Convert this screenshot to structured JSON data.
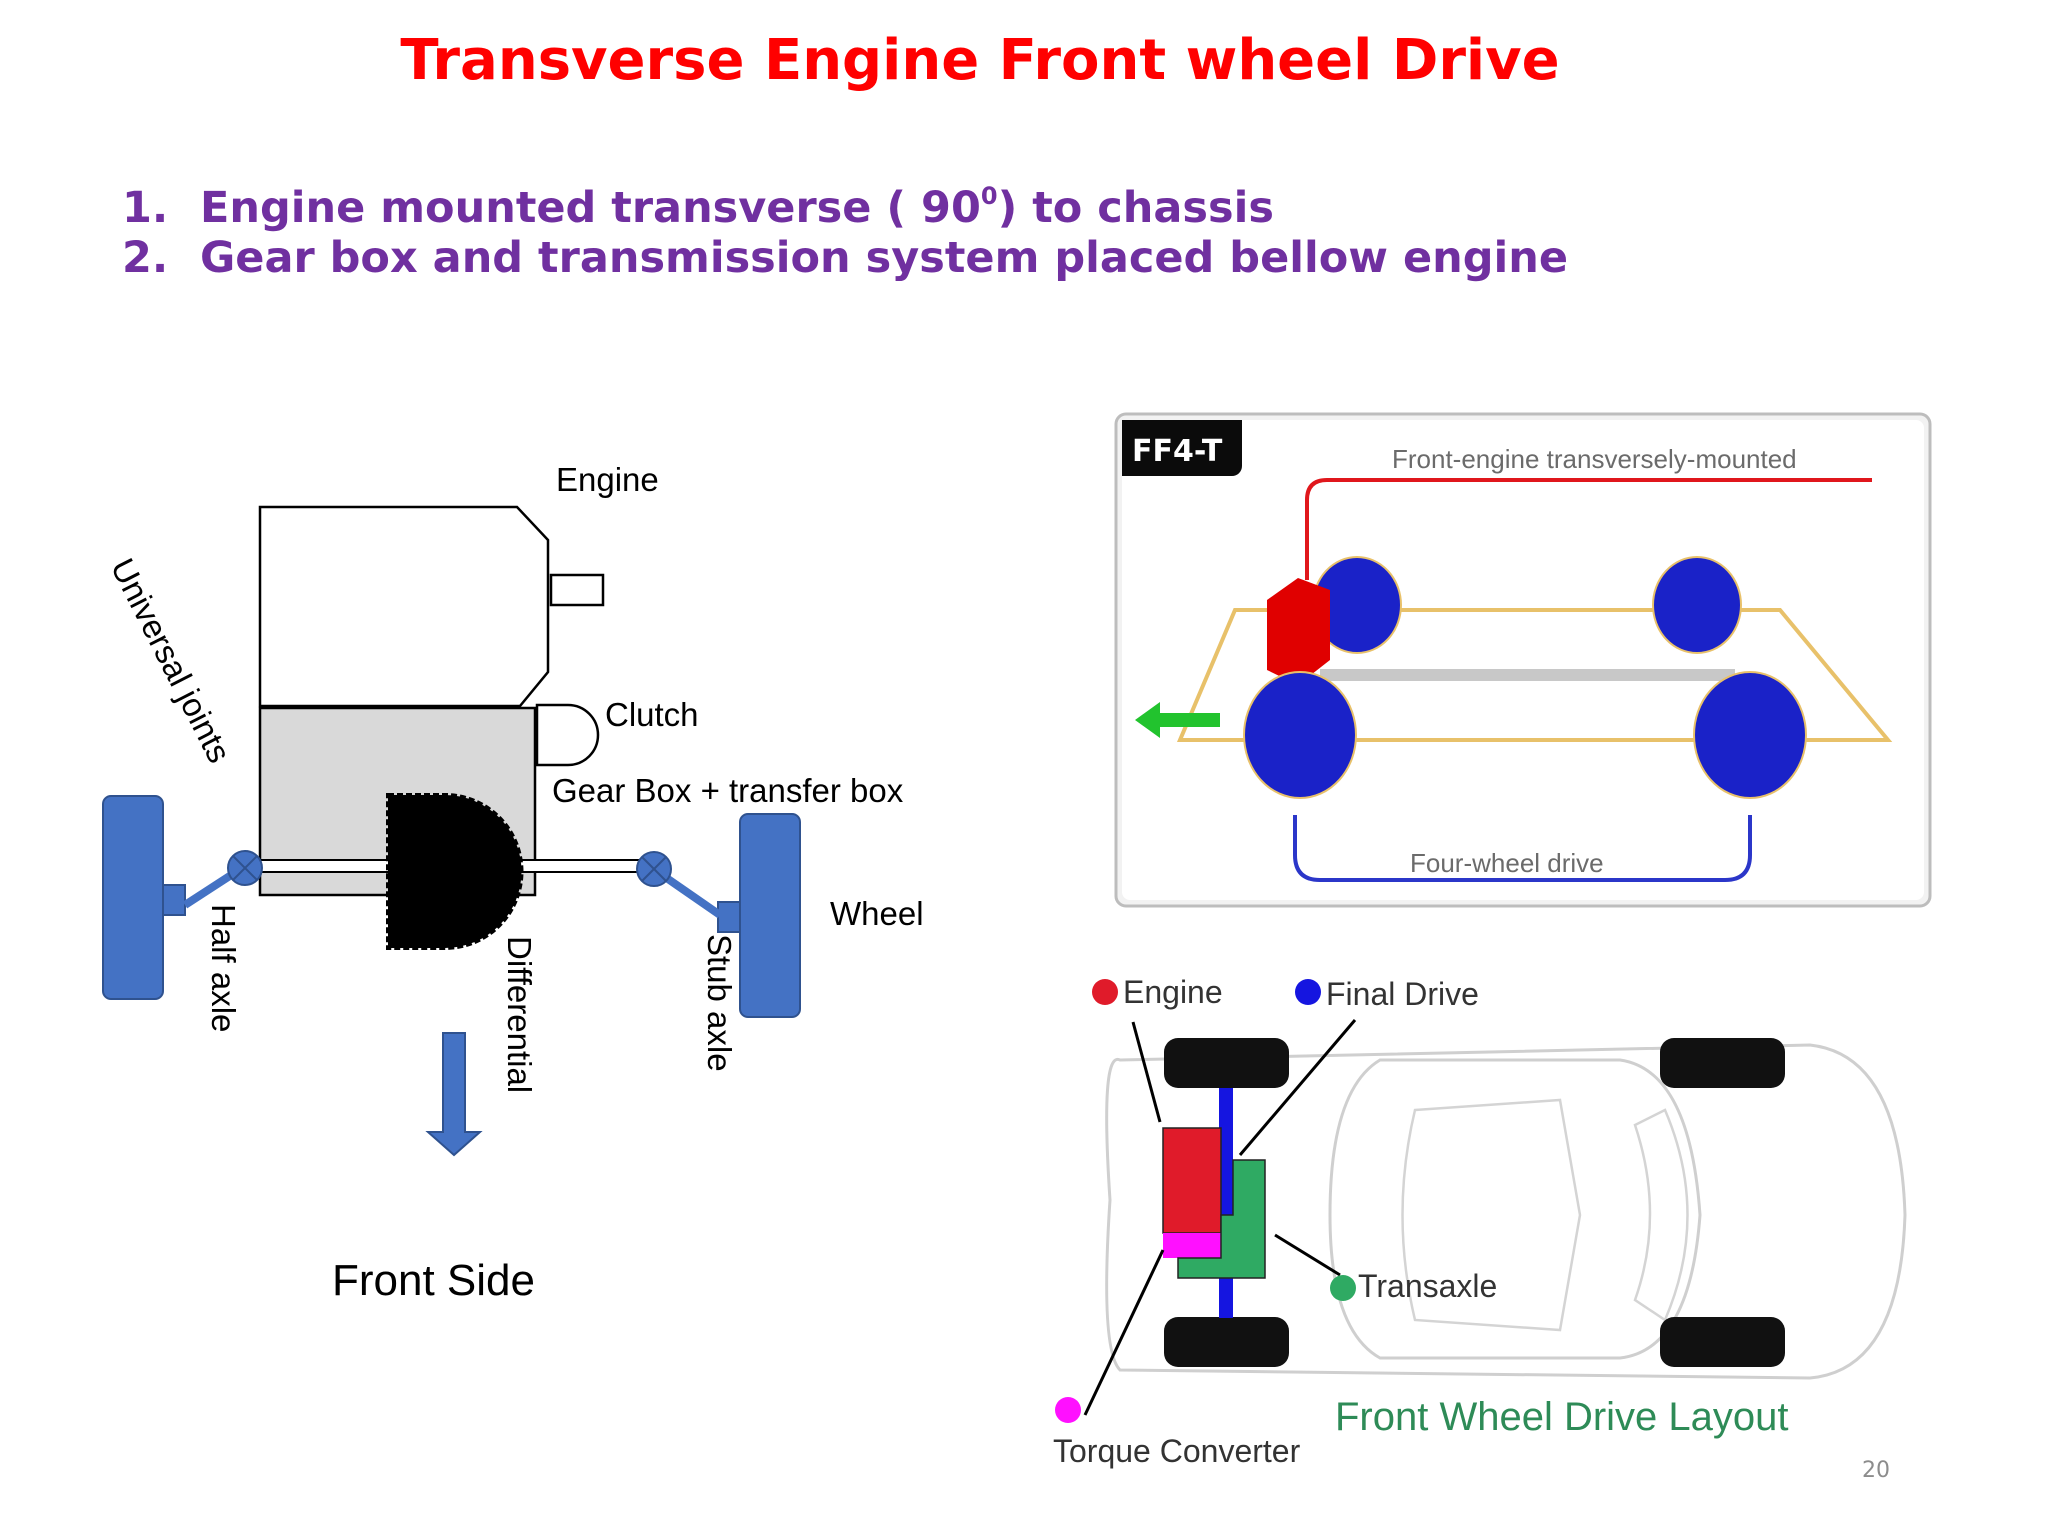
{
  "title": "Transverse Engine Front wheel Drive",
  "bullets": [
    {
      "num": "1.",
      "pre": "Engine mounted transverse ( 90",
      "sup": "0",
      "post": ") to chassis"
    },
    {
      "num": "2.",
      "pre": "Gear box and transmission system placed bellow engine",
      "sup": "",
      "post": ""
    }
  ],
  "page_number": "20",
  "left_diagram": {
    "labels": {
      "engine": "Engine",
      "clutch": "Clutch",
      "gearbox": "Gear Box + transfer box",
      "wheel": "Wheel",
      "universal_joints": "Universal joints",
      "half_axle": "Half axle",
      "differential": "Differential",
      "stub_axle": "Stub axle",
      "front_side": "Front Side"
    },
    "colors": {
      "wheel_fill": "#4472c4",
      "gearbox_fill": "#d9d9d9",
      "differential_fill": "#000000"
    }
  },
  "top_right_diagram": {
    "badge": "FF4-T",
    "top_label": "Front-engine transversely-mounted",
    "bottom_label": "Four-wheel drive",
    "colors": {
      "frame": "#e8c16a",
      "engine": "#e00000",
      "wheel": "#1a22c8",
      "arrow": "#22c32e"
    }
  },
  "bottom_right_diagram": {
    "legend": {
      "engine": "Engine",
      "final_drive": "Final Drive",
      "transaxle": "Transaxle",
      "torque_converter": "Torque Converter"
    },
    "caption": "Front Wheel Drive Layout",
    "colors": {
      "engine": "#e01b2a",
      "final_drive": "#1515e0",
      "transaxle": "#2faa63",
      "torque_converter": "#ff10ff",
      "caption": "#2e8b57"
    }
  }
}
